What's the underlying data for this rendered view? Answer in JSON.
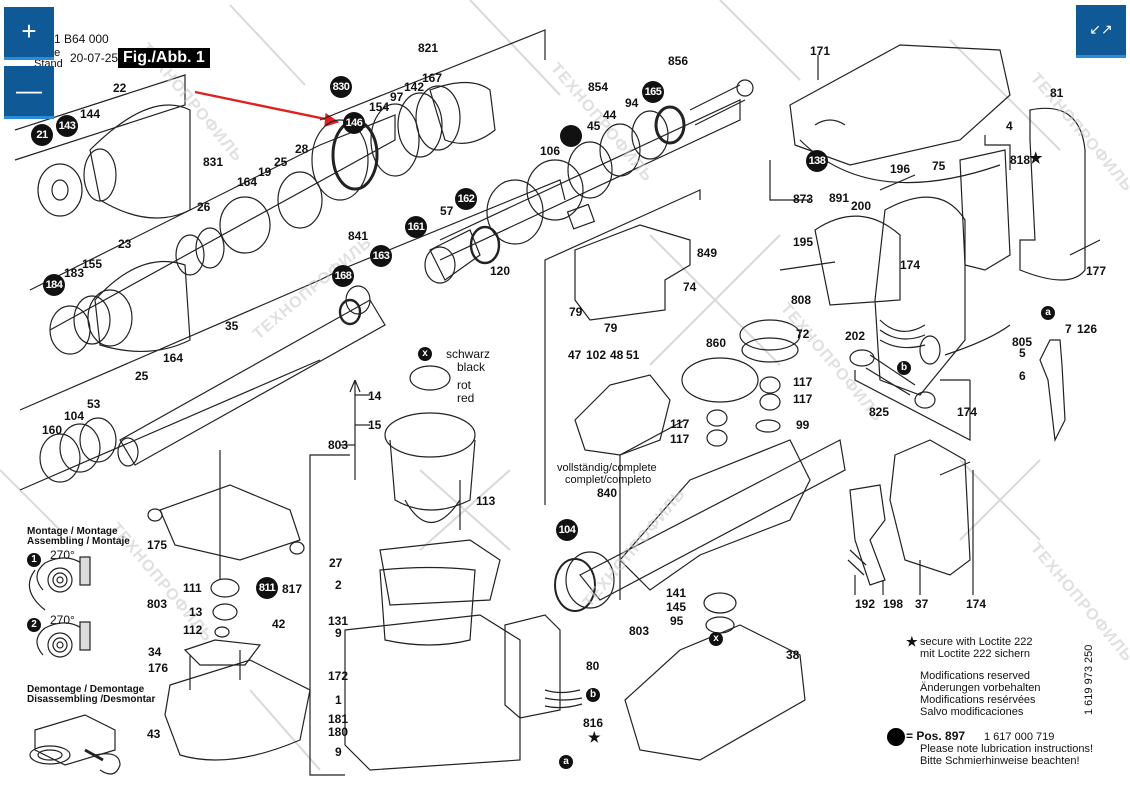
{
  "viewer": {
    "zoom_in_label": "+",
    "zoom_out_label": "—",
    "collapse_label": "↙↗",
    "accent_color": "#0f5a96"
  },
  "header": {
    "drawing_number": "1 B64 000",
    "issue_label": "Issue",
    "stand_label": "Stand",
    "date": "20-07-25",
    "figure_tag": "Fig./Abb. 1"
  },
  "part_labels": {
    "p22": "22",
    "p144": "144",
    "p821": "821",
    "p167": "167",
    "p142": "142",
    "p97": "97",
    "p154": "154",
    "p854": "854",
    "p856": "856",
    "p94": "94",
    "p44": "44",
    "p45": "45",
    "p106": "106",
    "p28": "28",
    "p25a": "25",
    "p19": "19",
    "p164a": "164",
    "p831": "831",
    "p26": "26",
    "p23": "23",
    "p183": "183",
    "p155": "155",
    "p57": "57",
    "p841": "841",
    "p120": "120",
    "p849": "849",
    "p74": "74",
    "p79a": "79",
    "p79b": "79",
    "p35": "35",
    "p164b": "164",
    "p25b": "25",
    "p53": "53",
    "p104a": "104",
    "p160": "160",
    "p14": "14",
    "p15": "15",
    "p803a": "803",
    "p113": "113",
    "p27": "27",
    "p2": "2",
    "p131": "131",
    "p9a": "9",
    "p172": "172",
    "p1": "1",
    "p181": "181",
    "p180": "180",
    "p9b": "9",
    "p80": "80",
    "p816": "816",
    "p175": "175",
    "p111": "111",
    "p803b": "803",
    "p13": "13",
    "p112": "112",
    "p34": "34",
    "p176": "176",
    "p43": "43",
    "p817": "817",
    "p42": "42",
    "p47": "47",
    "p102": "102",
    "p48": "48",
    "p51": "51",
    "p860": "860",
    "p72": "72",
    "p117a": "117",
    "p117b": "117",
    "p117c": "117",
    "p117d": "117",
    "p99": "99",
    "p840": "840",
    "p141": "141",
    "p145": "145",
    "p95": "95",
    "p803c": "803",
    "p38": "38",
    "p171": "171",
    "p81": "81",
    "p4": "4",
    "p818": "818",
    "p873": "873",
    "p196": "196",
    "p75": "75",
    "p891": "891",
    "p200": "200",
    "p195": "195",
    "p174a": "174",
    "p177": "177",
    "p808": "808",
    "p202": "202",
    "p825": "825",
    "p174b": "174",
    "p805": "805",
    "p5": "5",
    "p6": "6",
    "p7": "7",
    "p126": "126",
    "p192": "192",
    "p198": "198",
    "p37": "37",
    "p174c": "174"
  },
  "lubrication_badges": {
    "b21": "21",
    "b143": "143",
    "b830": "830",
    "b146": "146",
    "b165": "165",
    "b161": "161",
    "b162": "162",
    "b168": "168",
    "b163": "163",
    "b184": "184",
    "b104": "104",
    "b811": "811",
    "b138": "138"
  },
  "connector_marks": {
    "x1": "x",
    "x2": "x",
    "a1": "a",
    "a2": "a",
    "b1": "b",
    "b2": "b"
  },
  "annotations": {
    "bearing_colors": [
      "schwarz",
      "black",
      "rot",
      "red"
    ],
    "complete_note": [
      "vollständig/complete",
      "complet/completo"
    ],
    "mounting_title": [
      "Montage / Montage",
      "Assembling / Montaje"
    ],
    "step1": "270°",
    "step2": "270°",
    "demounting_title": [
      "Demontage / Demontage",
      "Disassembling /Desmontar"
    ]
  },
  "notes": {
    "star_symbol": "★",
    "loctite": [
      "secure with Loctite 222",
      "mit Loctite 222 sichern"
    ],
    "modifications": [
      "Modifications reserved",
      "Änderungen vorbehalten",
      "Modifications resérvées",
      "Salvo modificaciones"
    ],
    "lube_pos_label": "= Pos.  897",
    "lube_part_no": "1 617 000 719",
    "lube_notes": [
      "Please note lubrication instructions!",
      "Bitte Schmierhinweise beachten!"
    ],
    "doc_number": "1 619 973 250"
  },
  "watermark_text": "ТЕХНОПРОФИЛЬ"
}
